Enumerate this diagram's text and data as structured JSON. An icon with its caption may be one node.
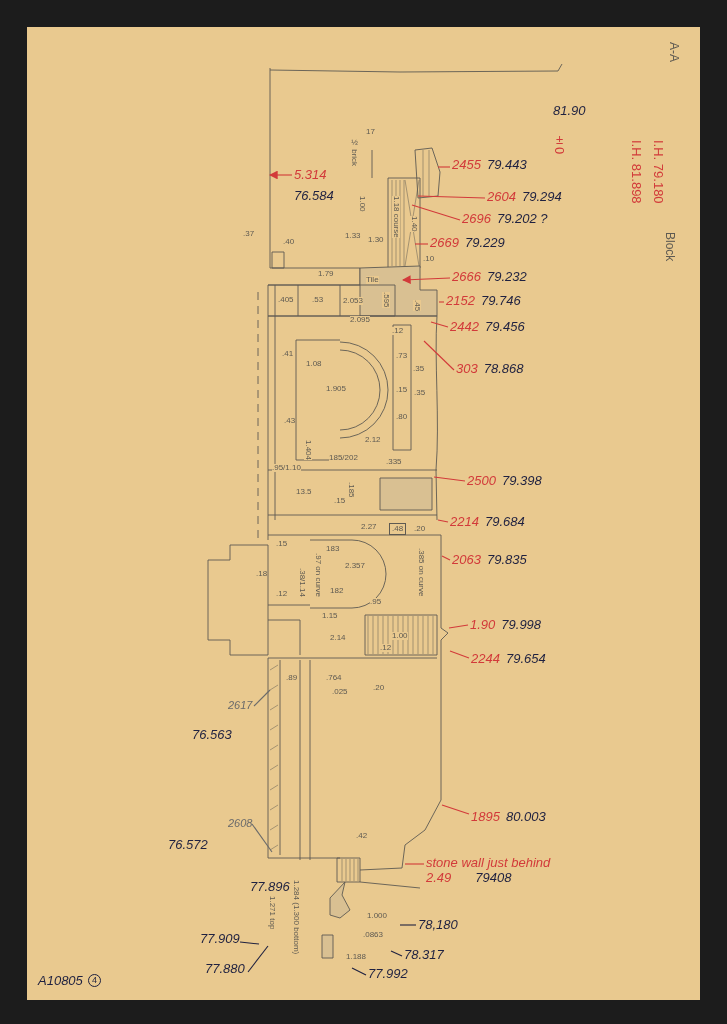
{
  "diagram": {
    "nodes": [
      {
        "text": [
          "5.314",
          "76.584"
        ]
      },
      {
        "text": [
          "2455",
          "79.443"
        ]
      },
      {
        "text": [
          "2604",
          "79.294"
        ]
      },
      {
        "text": [
          "2696",
          "79.202 ?"
        ]
      },
      {
        "text": [
          "2669",
          "79.229"
        ]
      },
      {
        "text": [
          "2666",
          "79.232"
        ]
      },
      {
        "text": [
          "2152",
          "79.746"
        ]
      },
      {
        "text": [
          "2442",
          "79.456"
        ]
      },
      {
        "text": [
          "303",
          "78.868"
        ]
      },
      {
        "text": [
          "2500",
          "79.398"
        ]
      },
      {
        "text": [
          "2214",
          "79.684"
        ]
      },
      {
        "text": [
          "2063",
          "79.835"
        ]
      },
      {
        "text": [
          "1.90",
          "79.998"
        ]
      },
      {
        "text": [
          "2244",
          "79.654"
        ]
      },
      {
        "text": [
          "1895",
          "80.003"
        ]
      },
      {
        "text": [
          "stone wall just behind",
          "2.49",
          "79408"
        ]
      },
      {
        "text": [
          "2617"
        ]
      },
      {
        "text": [
          "2608"
        ]
      },
      {
        "text": [
          "77.909"
        ]
      },
      {
        "text": [
          "77.880"
        ]
      },
      {
        "text": [
          "78,180"
        ]
      },
      {
        "text": [
          "78.317"
        ]
      },
      {
        "text": [
          "77.992"
        ]
      }
    ],
    "edges": [
      {
        "from": 0,
        "to": null,
        "arrow": "to"
      },
      {
        "from": 1,
        "to": null,
        "arrow": "none"
      },
      {
        "from": 2,
        "to": null,
        "arrow": "none"
      },
      {
        "from": 3,
        "to": null,
        "arrow": "none"
      },
      {
        "from": 4,
        "to": null,
        "arrow": "none"
      },
      {
        "from": 5,
        "to": null,
        "arrow": "to"
      },
      {
        "from": 6,
        "to": null,
        "arrow": "none"
      },
      {
        "from": 7,
        "to": null,
        "arrow": "none"
      },
      {
        "from": 8,
        "to": null,
        "arrow": "none"
      },
      {
        "from": 9,
        "to": null,
        "arrow": "none"
      },
      {
        "from": 10,
        "to": null,
        "arrow": "none"
      },
      {
        "from": 11,
        "to": null,
        "arrow": "none"
      },
      {
        "from": 12,
        "to": null,
        "arrow": "none"
      },
      {
        "from": 13,
        "to": null,
        "arrow": "none"
      },
      {
        "from": 14,
        "to": null,
        "arrow": "none"
      },
      {
        "from": 15,
        "to": null,
        "arrow": "none"
      },
      {
        "from": 16,
        "to": null,
        "arrow": "none",
        "color": "#6a6a6a"
      },
      {
        "from": 17,
        "to": null,
        "arrow": "none",
        "color": "#6a6a6a"
      },
      {
        "from": 18,
        "to": null,
        "arrow": "none",
        "color": "#1f2140"
      },
      {
        "from": 19,
        "to": null,
        "arrow": "none",
        "color": "#1f2140"
      },
      {
        "from": 20,
        "to": null,
        "arrow": "none",
        "color": "#1f2140"
      },
      {
        "from": 21,
        "to": null,
        "arrow": "none",
        "color": "#1f2140"
      },
      {
        "from": 22,
        "to": null,
        "arrow": "none",
        "color": "#1f2140"
      }
    ],
    "labels": [
      "A-A",
      "±0",
      "81.90",
      "I.H. 81.898",
      "I.H. 79.180",
      "Block",
      "17",
      "½ brick",
      "1.00",
      "1.33",
      "1.30",
      "1.18 course",
      "1.40",
      ".10",
      ".37",
      ".40",
      "1.79",
      ".405",
      ".53",
      "2.053",
      ".595",
      "Tile",
      ".45",
      "2.095",
      ".12",
      ".35",
      ".41",
      "1.08",
      ".73",
      "1.905",
      ".15",
      ".35",
      ".43",
      ".80",
      "2.12",
      "185/202",
      ".335",
      "1.404",
      ".95/1.10",
      "13.5",
      ".185",
      ".15",
      "2.27",
      ".48",
      ".20",
      ".15",
      "183",
      ".97 on curve",
      "2.357",
      ".385 on curve",
      ".18",
      ".38/1.14",
      "182",
      ".12",
      ".95",
      "1.15",
      "2.14",
      "1.00",
      ".12",
      ".89",
      ".764",
      ".025",
      ".20",
      "76.563",
      ".42",
      "76.572",
      "77.896",
      "1.284 (1.300 bottom)",
      "1.271 top",
      "1.000",
      ".0863",
      "1.188",
      "A10805",
      "4"
    ]
  }
}
